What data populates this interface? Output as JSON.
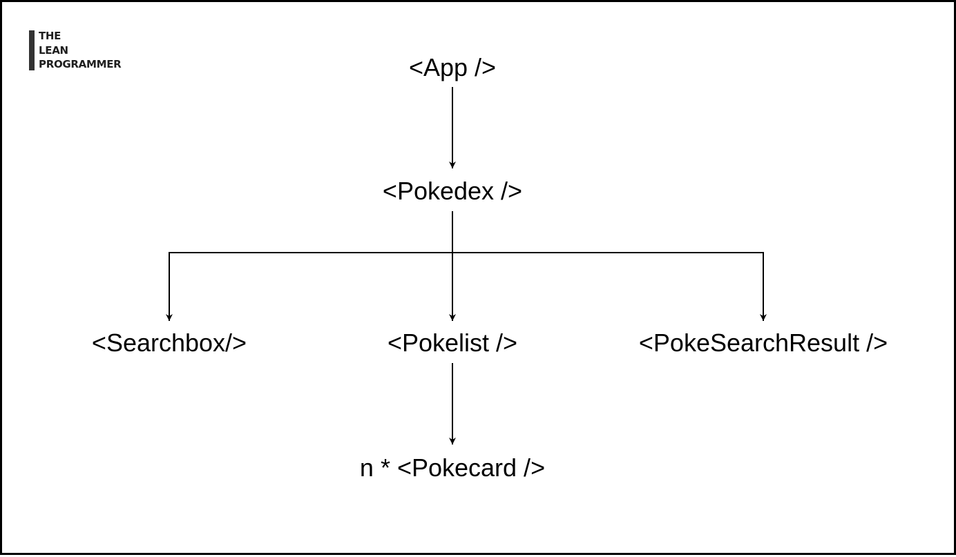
{
  "logo": {
    "line1": "THE",
    "line2": "LEAN",
    "line3": "PROGRAMMER"
  },
  "diagram": {
    "nodes": {
      "app": "<App />",
      "pokedex": "<Pokedex />",
      "searchbox": "<Searchbox/>",
      "pokelist": "<Pokelist />",
      "poke_search_result": "<PokeSearchResult />",
      "pokecard": "n * <Pokecard />"
    },
    "edges": [
      {
        "from": "app",
        "to": "pokedex"
      },
      {
        "from": "pokedex",
        "to": "searchbox"
      },
      {
        "from": "pokedex",
        "to": "pokelist"
      },
      {
        "from": "pokedex",
        "to": "poke_search_result"
      },
      {
        "from": "pokelist",
        "to": "pokecard"
      }
    ],
    "colors": {
      "stroke": "#000000",
      "text": "#000000",
      "background": "#ffffff"
    }
  }
}
